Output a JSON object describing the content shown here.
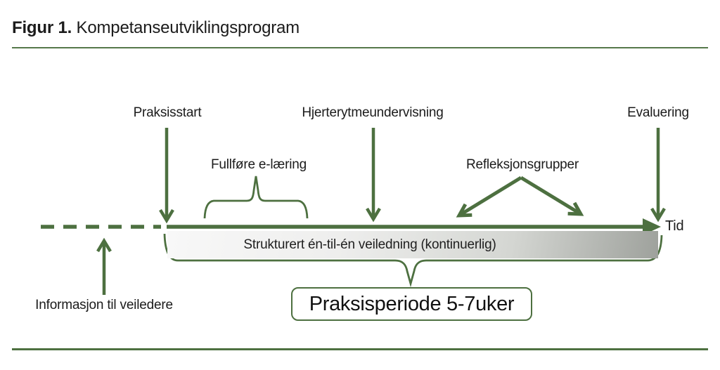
{
  "title": {
    "prefix": "Figur 1.",
    "text": " Kompetanseutviklingsprogram"
  },
  "labels": {
    "praksisstart": "Praksisstart",
    "hjerterytmeundervisning": "Hjerterytmeundervisning",
    "evaluering": "Evaluering",
    "fullfore_elaering": "Fullføre e-læring",
    "refleksjonsgrupper": "Refleksjonsgrupper",
    "informasjon_til_veiledere": "Informasjon til veiledere",
    "tid": "Tid"
  },
  "timeline_bar": {
    "label": "Strukturert én-til-én veiledning (kontinuerlig)"
  },
  "period_box": {
    "label": "Praksisperiode 5-7uker"
  },
  "colors": {
    "accent_green": "#4d7040",
    "rule_green": "#55784a",
    "bar_gradient_light": "#f8f8f8",
    "bar_gradient_dark": "#9ea19c",
    "text": "#1b1b1b"
  }
}
